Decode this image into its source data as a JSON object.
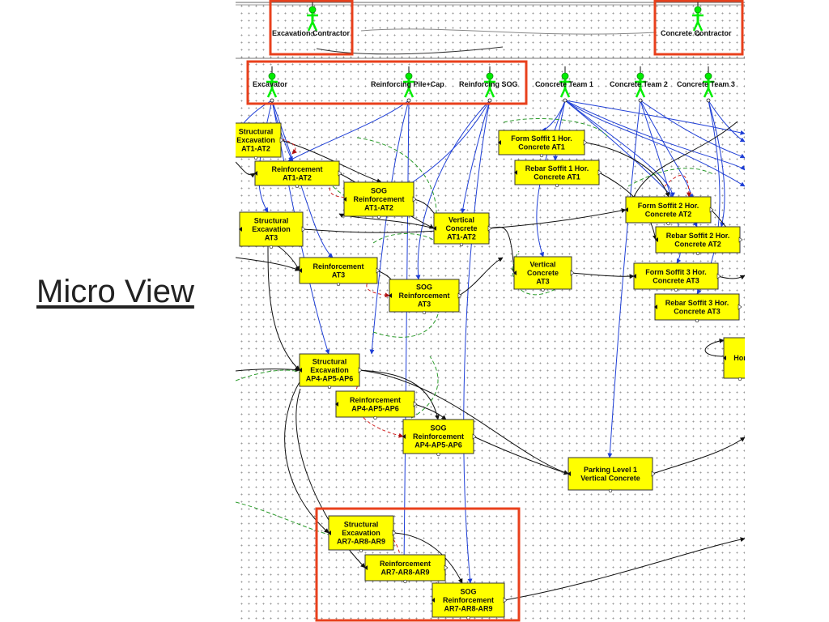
{
  "slide": {
    "title": "Micro View"
  },
  "contractors": [
    {
      "id": "excavation-contractor",
      "label": "Excavation Contractor"
    },
    {
      "id": "concrete-contractor",
      "label": "Concrete Contractor"
    }
  ],
  "crews": [
    {
      "id": "excavator",
      "label": "Excavator"
    },
    {
      "id": "reinforcing-pile-cap",
      "label": "Reinforcing Pile+Cap"
    },
    {
      "id": "reinforcing-sog",
      "label": "Reinforcing SOG"
    },
    {
      "id": "concrete-team-1",
      "label": "Concrete Team 1"
    },
    {
      "id": "concrete-team-2",
      "label": "Concrete Team 2"
    },
    {
      "id": "concrete-team-3",
      "label": "Concrete Team 3"
    }
  ],
  "activities": [
    {
      "id": "se-at1-at2",
      "lines": [
        "Structural",
        "Excavation",
        "AT1-AT2"
      ]
    },
    {
      "id": "r-at1-at2",
      "lines": [
        "Reinforcement",
        "AT1-AT2"
      ]
    },
    {
      "id": "sog-at1-at2",
      "lines": [
        "SOG",
        "Reinforcement",
        "AT1-AT2"
      ]
    },
    {
      "id": "se-at3",
      "lines": [
        "Structural",
        "Excavation",
        "AT3"
      ]
    },
    {
      "id": "vc-at1-at2",
      "lines": [
        "Vertical",
        "Concrete",
        "AT1-AT2"
      ]
    },
    {
      "id": "r-at3",
      "lines": [
        "Reinforcement",
        "AT3"
      ]
    },
    {
      "id": "sog-at3",
      "lines": [
        "SOG",
        "Reinforcement",
        "AT3"
      ]
    },
    {
      "id": "vc-at3",
      "lines": [
        "Vertical",
        "Concrete",
        "AT3"
      ]
    },
    {
      "id": "fs1",
      "lines": [
        "Form Soffit 1 Hor.",
        "Concrete AT1"
      ]
    },
    {
      "id": "rs1",
      "lines": [
        "Rebar Soffit 1 Hor.",
        "Concrete AT1"
      ]
    },
    {
      "id": "fs2",
      "lines": [
        "Form Soffit 2 Hor.",
        "Concrete AT2"
      ]
    },
    {
      "id": "rs2",
      "lines": [
        "Rebar Soffit 2 Hor.",
        "Concrete AT2"
      ]
    },
    {
      "id": "fs3",
      "lines": [
        "Form Soffit 3 Hor.",
        "Concrete AT3"
      ]
    },
    {
      "id": "rs3",
      "lines": [
        "Rebar Soffit 3 Hor.",
        "Concrete AT3"
      ]
    },
    {
      "id": "hor",
      "lines": [
        "Hor"
      ]
    },
    {
      "id": "se-ap",
      "lines": [
        "Structural",
        "Excavation",
        "AP4-AP5-AP6"
      ]
    },
    {
      "id": "r-ap",
      "lines": [
        "Reinforcement",
        "AP4-AP5-AP6"
      ]
    },
    {
      "id": "sog-ap",
      "lines": [
        "SOG",
        "Reinforcement",
        "AP4-AP5-AP6"
      ]
    },
    {
      "id": "parking",
      "lines": [
        "Parking Level 1",
        "Vertical Concrete"
      ]
    },
    {
      "id": "se-ar",
      "lines": [
        "Structural",
        "Excavation",
        "AR7-AR8-AR9"
      ]
    },
    {
      "id": "r-ar",
      "lines": [
        "Reinforcement",
        "AR7-AR8-AR9"
      ]
    },
    {
      "id": "sog-ar",
      "lines": [
        "SOG",
        "Reinforcement",
        "AR7-AR8-AR9"
      ]
    }
  ],
  "colors": {
    "activity_fill": "#ffff00",
    "agent_green": "#00ee00",
    "highlight_red": "#e8401c",
    "link_blue": "#1f3fd6",
    "link_black": "#111111",
    "link_green_dashed": "#2a9a2a",
    "link_red_dashed": "#d02020"
  }
}
